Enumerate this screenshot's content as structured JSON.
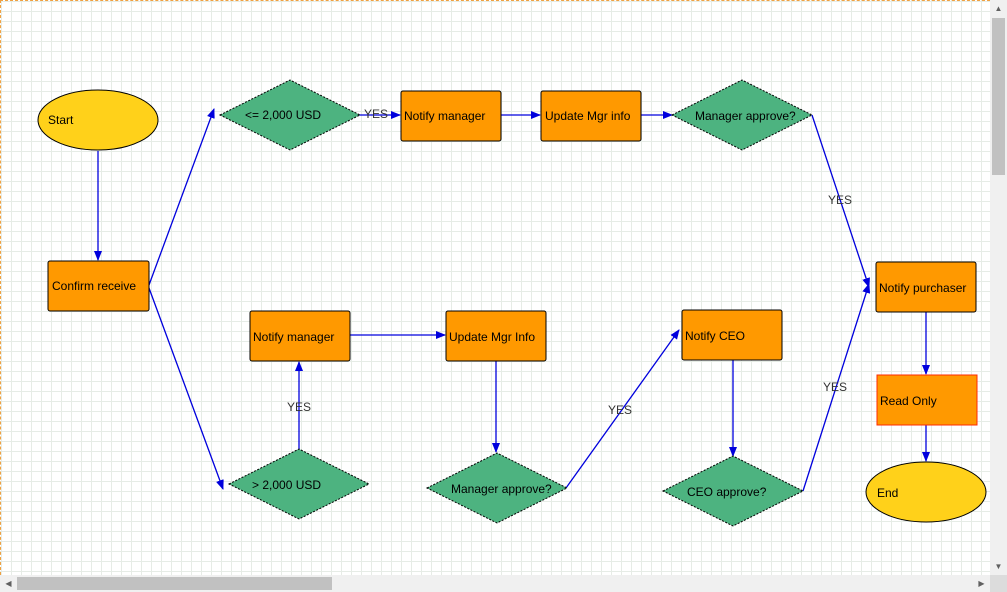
{
  "diagram": {
    "nodes": {
      "start": "Start",
      "confirm": "Confirm receive",
      "cond_low": "<= 2,000 USD",
      "notify_mgr_top": "Notify manager",
      "update_mgr_top": "Update Mgr info",
      "mgr_approve_top": "Manager approve?",
      "notify_purchaser": "Notify purchaser",
      "read_only": "Read Only",
      "end": "End",
      "notify_mgr_bottom": "Notify manager",
      "update_mgr_bottom": "Update Mgr Info",
      "cond_high": "> 2,000 USD",
      "mgr_approve_bottom": "Manager approve?",
      "notify_ceo": "Notify CEO",
      "ceo_approve": "CEO approve?"
    },
    "edge_labels": {
      "low_yes": "YES",
      "mgr_top_yes": "YES",
      "high_yes": "YES",
      "mgr_bottom_yes": "YES",
      "ceo_yes": "YES"
    },
    "colors": {
      "terminal": "#ffd11a",
      "process": "#ff9900",
      "decision": "#4db380",
      "read_only_border": "#ff2a00",
      "edge": "#0000dd"
    }
  },
  "scrollbars": {
    "up_icon": "▲",
    "down_icon": "▼",
    "left_icon": "◀",
    "right_icon": "▶"
  }
}
